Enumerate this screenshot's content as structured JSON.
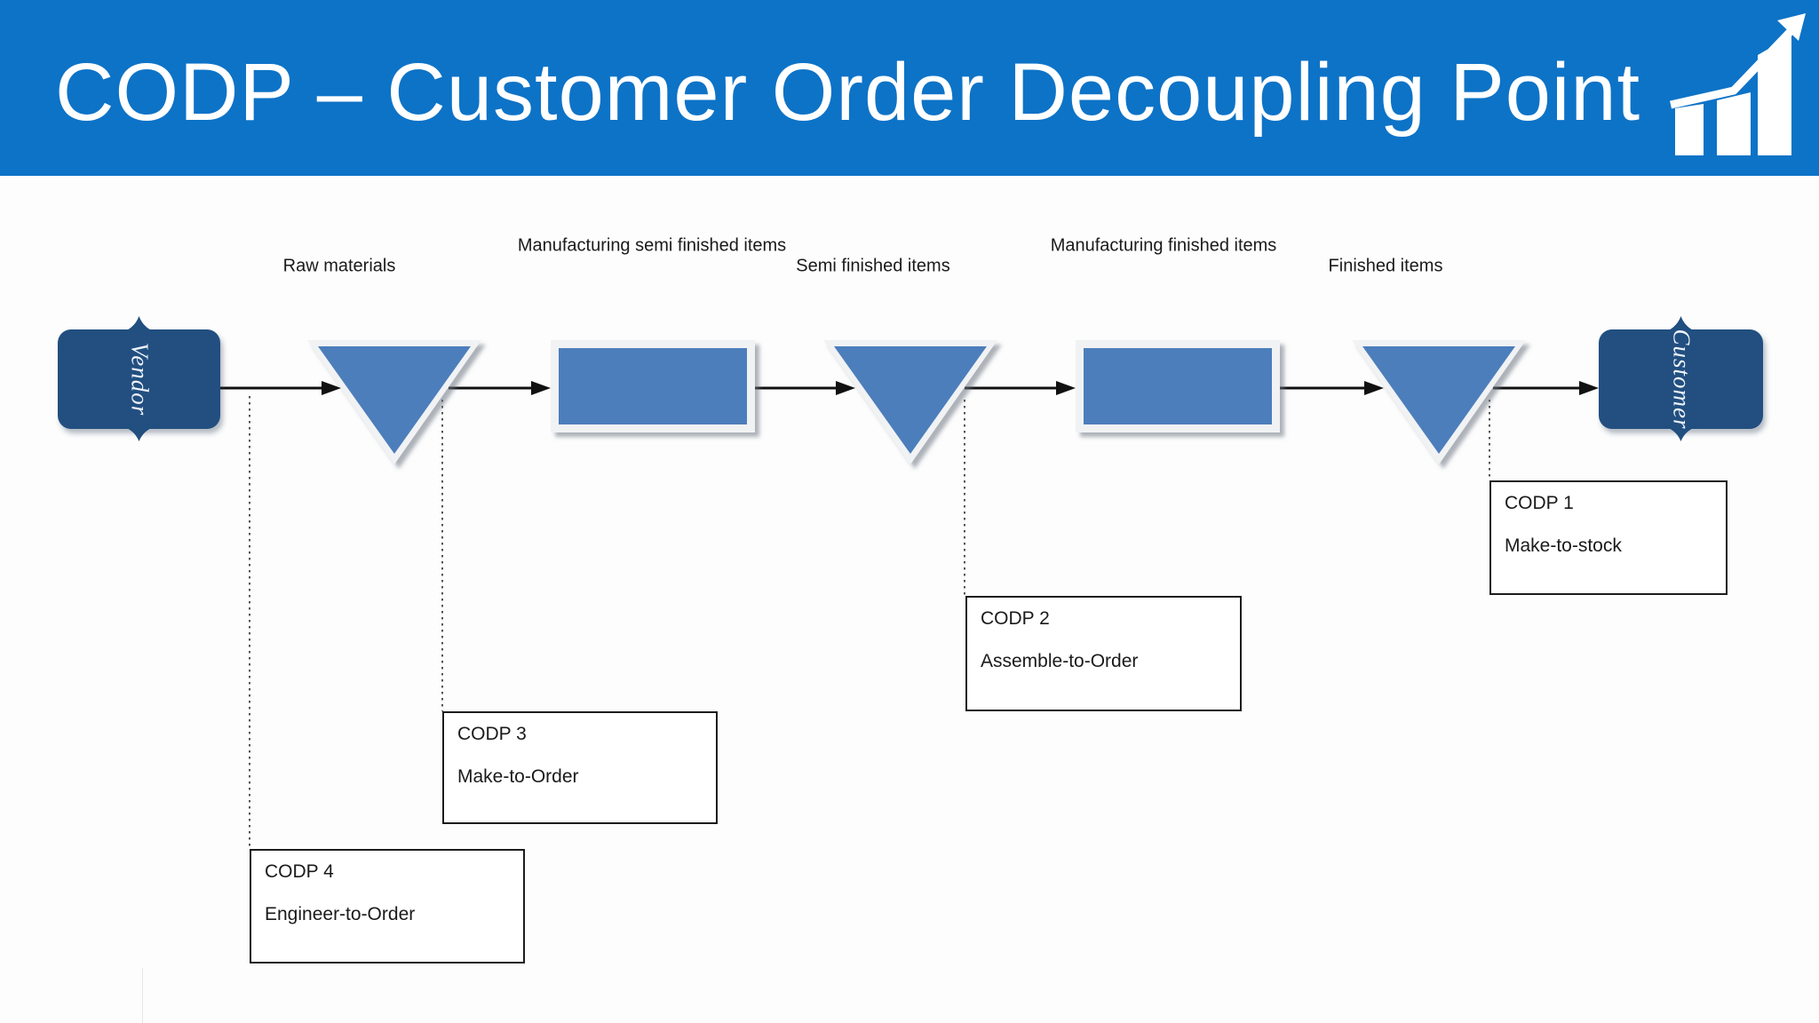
{
  "slide": {
    "title": "CODP – Customer Order Decoupling Point",
    "icon": "growth-chart-icon"
  },
  "flow": {
    "endpoints": {
      "start": "Vendor",
      "end": "Customer"
    },
    "stage_labels": [
      "Raw materials",
      "Manufacturing semi finished items",
      "Semi finished items",
      "Manufacturing finished items",
      "Finished items"
    ]
  },
  "codp_boxes": [
    {
      "title": "CODP 1",
      "strategy": "Make-to-stock"
    },
    {
      "title": "CODP 2",
      "strategy": "Assemble-to-Order"
    },
    {
      "title": "CODP 3",
      "strategy": "Make-to-Order"
    },
    {
      "title": "CODP 4",
      "strategy": "Engineer-to-Order"
    }
  ],
  "colors": {
    "header_background": "#0d73c7",
    "shape_fill": "#4c7ebc",
    "shape_border": "#f1f2f4",
    "endpoint_fill": "#204f80",
    "connector": "#111111",
    "title_text": "#ffffff",
    "label_text": "#1a1a1a"
  }
}
